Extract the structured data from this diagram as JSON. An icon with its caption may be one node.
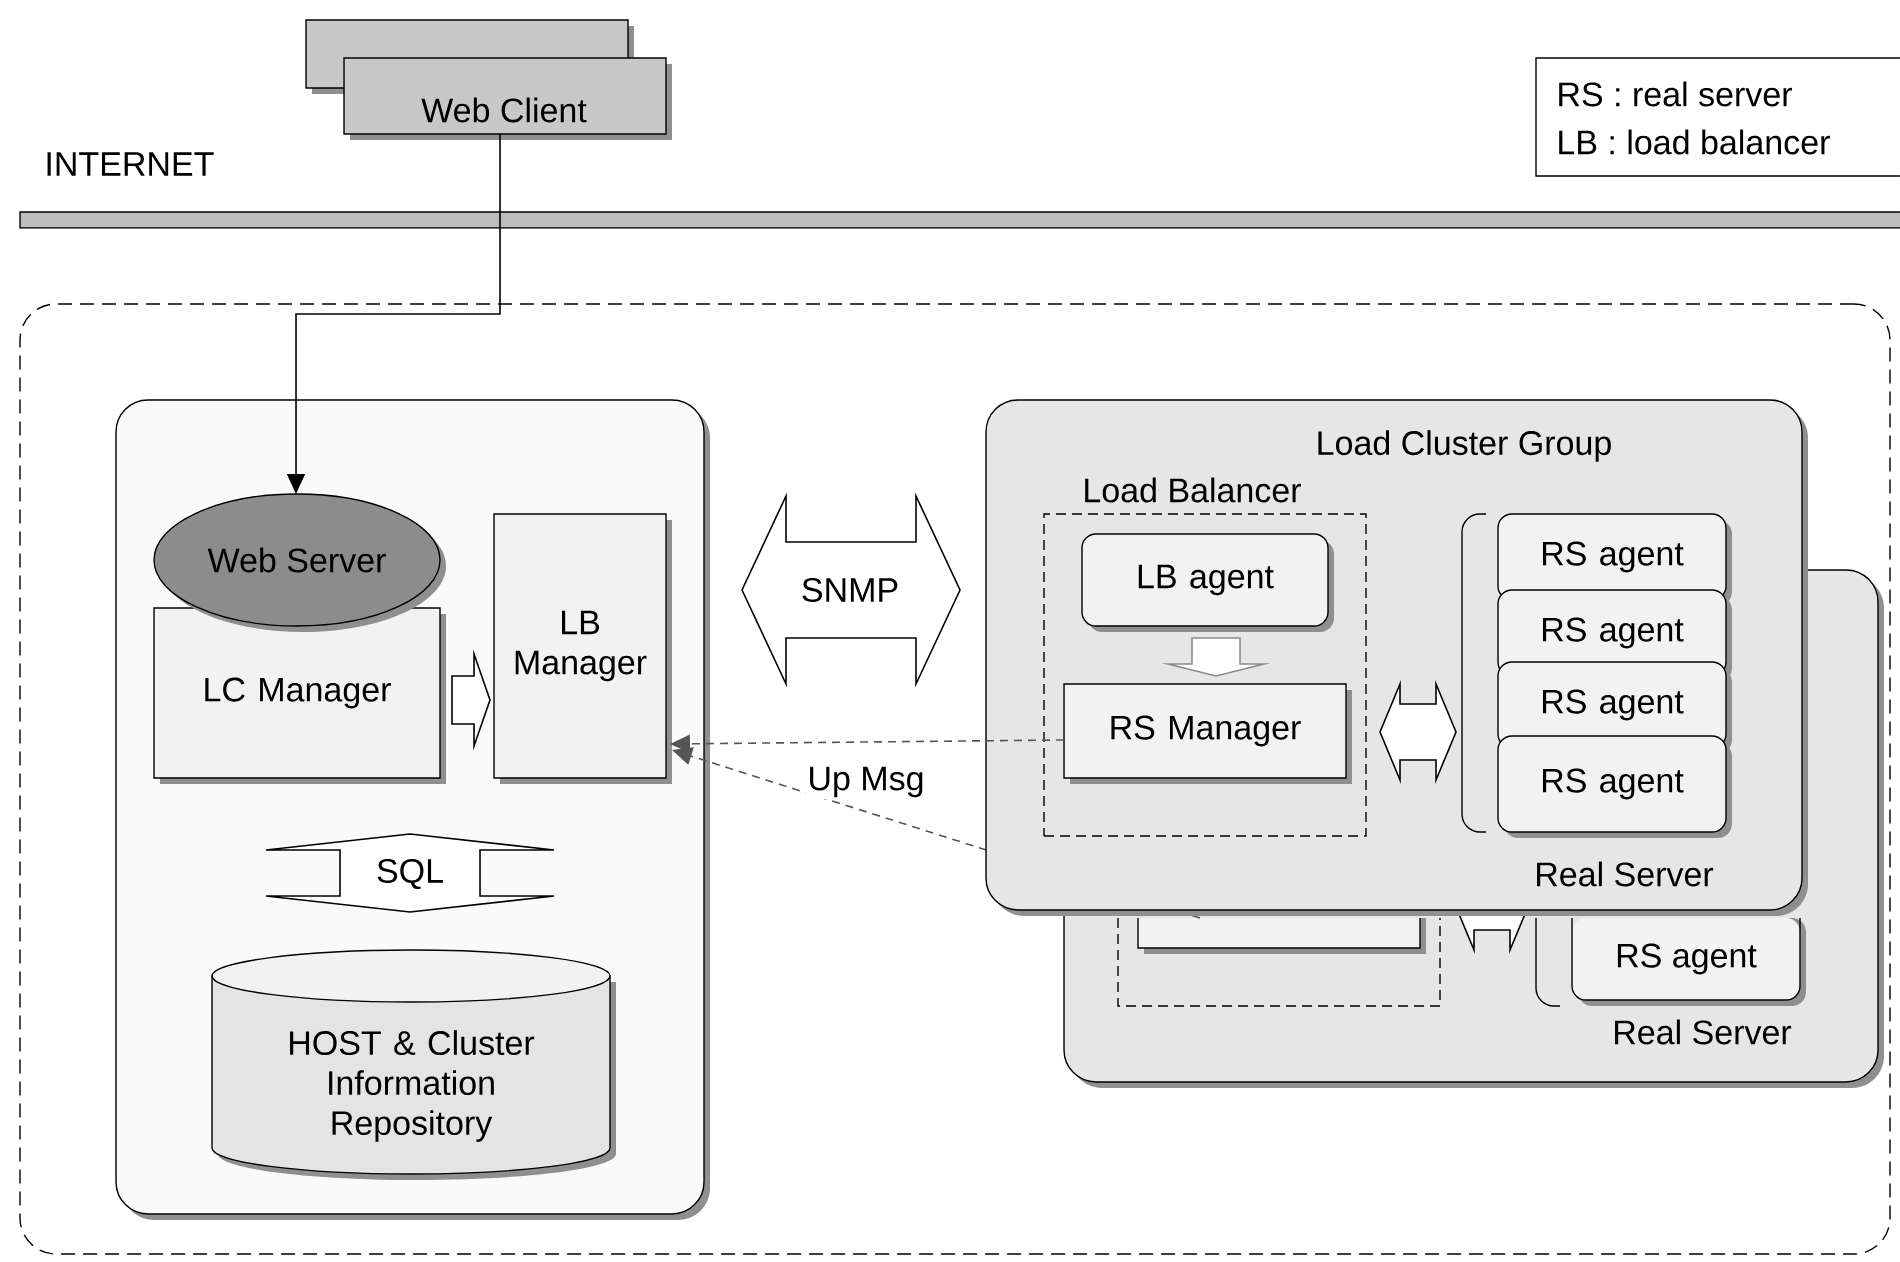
{
  "diagram": {
    "nodes": [
      {
        "text": [],
        "shape": "box"
      },
      {
        "text": [
          "Web Client"
        ]
      },
      {
        "text": [],
        "shape": "box"
      },
      {
        "text": [],
        "shape": "box",
        "in": 2
      },
      {
        "text": [
          "Web Server"
        ],
        "in": 3
      },
      {
        "text": [
          "LC Manager"
        ],
        "in": 3
      },
      {
        "text": [
          "LB Manager"
        ],
        "in": 3
      },
      {
        "text": [
          "HOST & Cluster Information Repository"
        ],
        "in": 3
      },
      {
        "text": [],
        "shape": "box",
        "in": 2
      },
      {
        "text": [],
        "shape": "box",
        "in": 8
      },
      {
        "text": [],
        "shape": "box",
        "in": 9
      },
      {
        "text": [
          "Real Server"
        ],
        "in": 8
      },
      {
        "text": [
          "RS agent"
        ],
        "in": 11
      },
      {
        "text": [
          "Load Cluster Group"
        ],
        "in": 2
      },
      {
        "text": [
          "Load Balancer"
        ],
        "in": 13
      },
      {
        "text": [
          "LB agent"
        ],
        "in": 14
      },
      {
        "text": [
          "RS Manager"
        ]
      },
      {
        "text": [
          "Real Server"
        ],
        "in": 13
      },
      {
        "text": [
          "RS agent"
        ],
        "in": 17
      },
      {
        "text": [
          "RS agent"
        ]
      },
      {
        "text": [
          "RS agent"
        ]
      },
      {
        "text": [
          "RS agent"
        ],
        "in": 17
      }
    ],
    "edges": [
      {
        "from": 1,
        "to": 4,
        "arrow": "to"
      },
      {
        "from": 5,
        "to": 6,
        "arrow": "to"
      },
      {
        "from": 5,
        "to": 7,
        "arrow": "both",
        "label": "SQL"
      },
      {
        "from": 3,
        "to": 13,
        "arrow": "both",
        "label": "SNMP"
      },
      {
        "from": 16,
        "to": 6,
        "arrow": "to",
        "label": "Up Msg",
        "style": "dashed",
        "color": "#555555"
      },
      {
        "from": 10,
        "to": 6,
        "arrow": "to",
        "style": "dashed",
        "color": "#555555"
      },
      {
        "from": 15,
        "to": 16,
        "arrow": "to",
        "color": "#8c8c8c"
      },
      {
        "from": 14,
        "to": 17,
        "arrow": "both"
      },
      {
        "from": 9,
        "to": 11,
        "arrow": "both"
      }
    ],
    "labels": [
      "INTERNET",
      "RS : real server",
      "LB : load balancer"
    ]
  }
}
